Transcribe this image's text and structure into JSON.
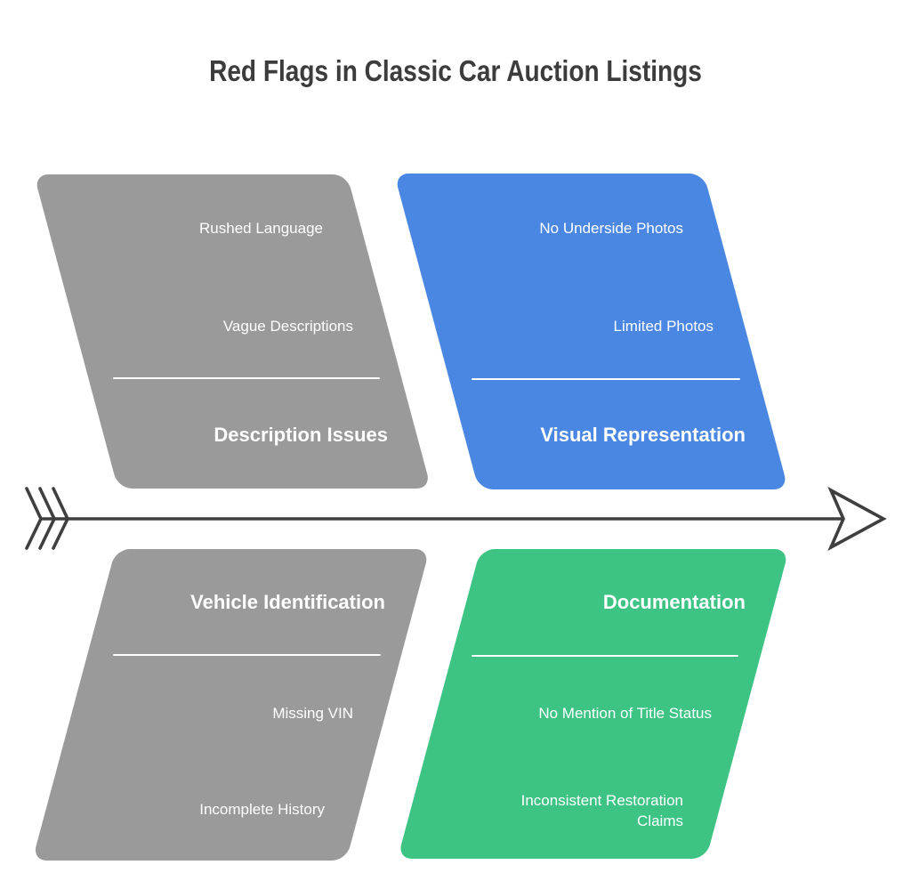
{
  "title": "Red Flags in Classic Car Auction Listings",
  "colors": {
    "background": "#ffffff",
    "title": "#3c3c3c",
    "text": "#ffffff",
    "arrow": "#3f3f3f"
  },
  "diagram": {
    "type": "fishbone",
    "spine_direction": "right",
    "branches": [
      {
        "id": "description-issues",
        "position": "top-left",
        "color": "#9a9a9a",
        "title": "Description Issues",
        "items": [
          "Rushed Language",
          "Vague Descriptions"
        ]
      },
      {
        "id": "visual-representation",
        "position": "top-right",
        "color": "#4a87e2",
        "title": "Visual Representation",
        "items": [
          "No Underside Photos",
          "Limited Photos"
        ]
      },
      {
        "id": "vehicle-identification",
        "position": "bottom-left",
        "color": "#9a9a9a",
        "title": "Vehicle Identification",
        "items": [
          "Missing VIN",
          "Incomplete History"
        ]
      },
      {
        "id": "documentation",
        "position": "bottom-right",
        "color": "#3dc485",
        "title": "Documentation",
        "items": [
          "No Mention of Title Status",
          "Inconsistent Restoration Claims"
        ]
      }
    ]
  }
}
